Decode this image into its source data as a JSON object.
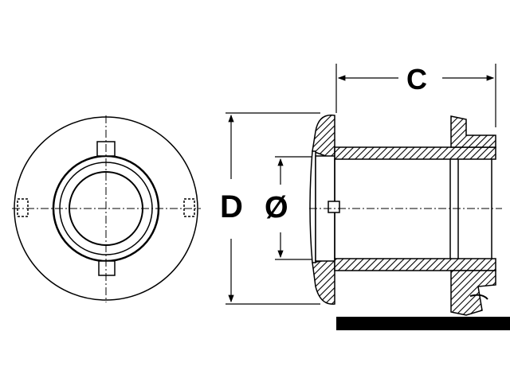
{
  "labels": {
    "c": "C",
    "d": "D",
    "diameter": "Ø"
  },
  "colors": {
    "line": "#000000",
    "background": "#ffffff"
  }
}
